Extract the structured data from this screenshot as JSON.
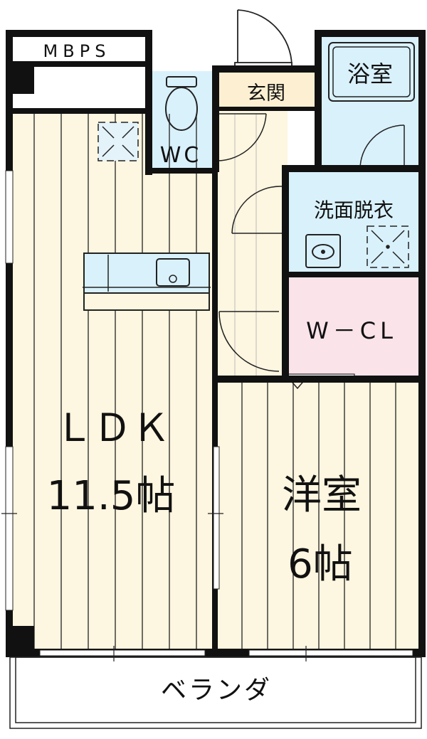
{
  "rooms": {
    "ldk": {
      "name": "ＬＤＫ",
      "size": "11.5帖"
    },
    "western": {
      "name": "洋室",
      "size": "6帖"
    },
    "bath": {
      "name": "浴室"
    },
    "entrance": {
      "name": "玄関"
    },
    "wc": {
      "name": "WC"
    },
    "washroom": {
      "name": "洗面脱衣"
    },
    "closet": {
      "name": "W－CL"
    },
    "mbps": {
      "name": "MBPS"
    },
    "balcony": {
      "name": "ベランダ"
    }
  },
  "colors": {
    "floor": "#fdf6e0",
    "wet_area": "#d9f1fb",
    "closet": "#fbe3ea",
    "entrance": "#fdf0d2",
    "wall": "#111111",
    "plank_line": "#222222"
  }
}
